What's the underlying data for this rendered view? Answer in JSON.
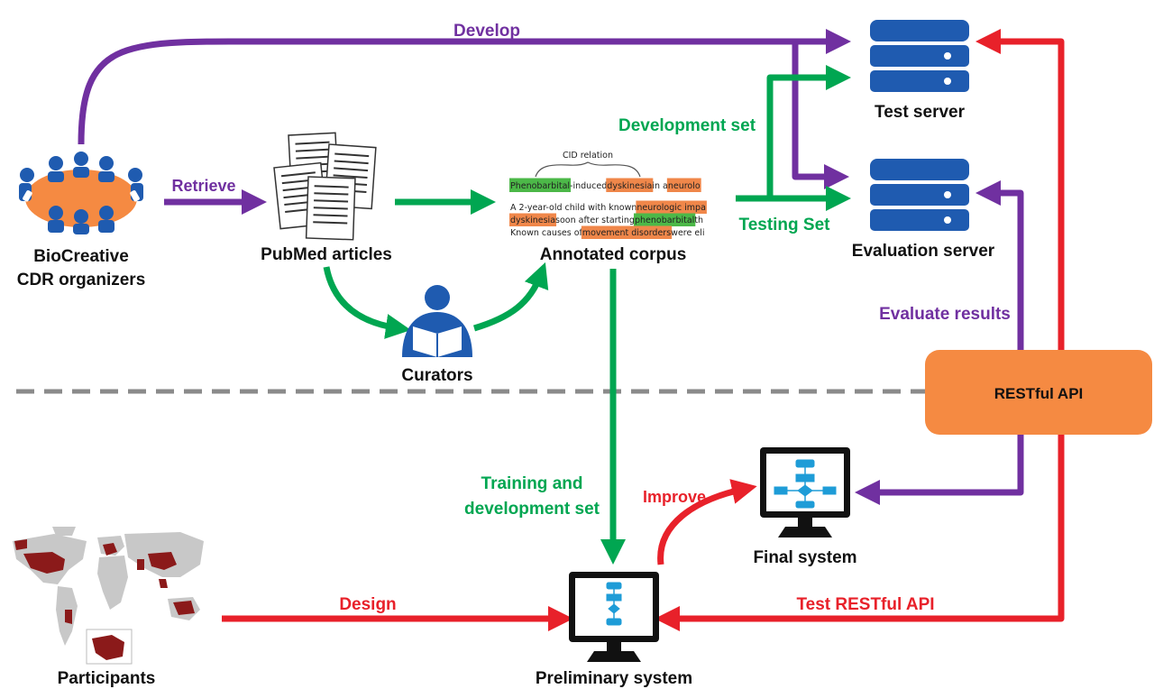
{
  "nodes": {
    "organizers": {
      "line1": "BioCreative",
      "line2": "CDR organizers"
    },
    "pubmed": "PubMed articles",
    "curators": "Curators",
    "corpus": "Annotated corpus",
    "test_server": "Test server",
    "eval_server": "Evaluation server",
    "restful": "RESTful API",
    "final_system": "Final system",
    "preliminary_system": "Preliminary system",
    "participants": "Participants"
  },
  "edges": {
    "develop": "Develop",
    "retrieve": "Retrieve",
    "development_set": "Development set",
    "testing_set": "Testing Set",
    "evaluate_results": "Evaluate results",
    "training": {
      "line1": "Training and",
      "line2": "development set"
    },
    "improve": "Improve",
    "design": "Design",
    "test_restful": "Test RESTful API"
  },
  "corpus_snippet": {
    "relation": "CID relation",
    "sentence1": [
      {
        "text": "Phenobarbital",
        "hl": "chemical"
      },
      {
        "text": "-induced ",
        "hl": "none"
      },
      {
        "text": "dyskinesia",
        "hl": "disease"
      },
      {
        "text": " in a ",
        "hl": "none"
      },
      {
        "text": "neurolo",
        "hl": "disease"
      }
    ],
    "line2": [
      {
        "text": "A 2-year-old child with known ",
        "hl": "none"
      },
      {
        "text": "neurologic impa",
        "hl": "disease"
      }
    ],
    "line3": [
      {
        "text": "dyskinesia",
        "hl": "disease"
      },
      {
        "text": " soon after starting ",
        "hl": "none"
      },
      {
        "text": "phenobarbital",
        "hl": "chemical"
      },
      {
        "text": " th",
        "hl": "none"
      }
    ],
    "line4": [
      {
        "text": "Known causes of ",
        "hl": "none"
      },
      {
        "text": "movement disorders",
        "hl": "disease"
      },
      {
        "text": " were eli",
        "hl": "none"
      }
    ]
  },
  "colors": {
    "purple": "#7030a0",
    "green": "#00a651",
    "red": "#e8212a",
    "orange": "#f58a42",
    "server_blue": "#1f5bb0",
    "chemical_hl": "#4cb848",
    "disease_hl": "#f0874a",
    "map_land": "#c8c8c8",
    "map_highlight": "#8b1a1a"
  }
}
